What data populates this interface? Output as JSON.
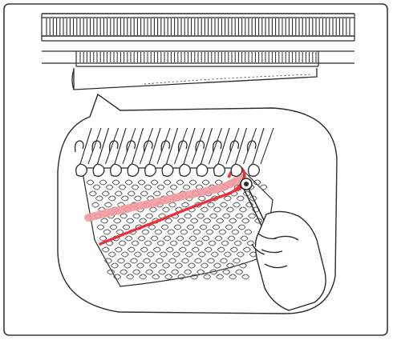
{
  "figure": {
    "kind": "knitting-machine-illustration",
    "colors": {
      "ink": "#2b2b2b",
      "paper": "#ffffff",
      "yarn_red": "#e8323c",
      "yarn_pink": "#f29aa0",
      "frame": "#3a3a3a"
    },
    "parts": [
      "needle-bed",
      "knitted-fabric-edge",
      "callout-bubble",
      "latch-needles",
      "red-yarn-row",
      "latch-tool",
      "hand"
    ]
  }
}
